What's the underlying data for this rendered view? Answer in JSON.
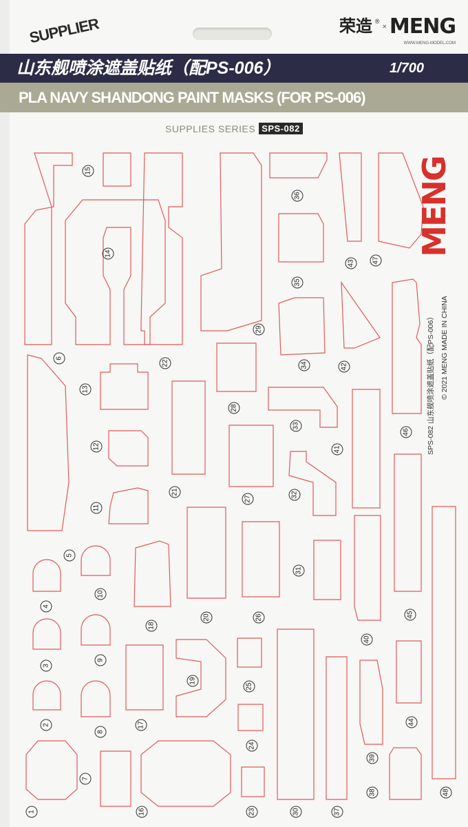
{
  "header": {
    "supplier_logo": "SUPPLIER",
    "brand_cn": "荣造",
    "brand_reg": "®",
    "brand_x": "×",
    "brand_meng": "MENG",
    "brand_url": "WWW.MENG-MODEL.COM",
    "title_cn": "山东舰喷涂遮盖贴纸（配PS-006）",
    "scale": "1/700",
    "title_en": "PLA NAVY SHANDONG PAINT MASKS (FOR PS-006)",
    "series_label": "SUPPLIES SERIES",
    "series_code": "SPS-082"
  },
  "side": {
    "logo": "MENG",
    "line1": "SPS-082  山东舰喷涂遮盖贴纸（配PS-006）",
    "line2": "© 2021 MENG  MADE IN CHINA"
  },
  "colors": {
    "mask_outline": "#e05a5a",
    "navy": "#2d2c47",
    "olive": "#aaa994",
    "logo_red": "#d8302a"
  },
  "mask_numbers": [
    "1",
    "2",
    "3",
    "4",
    "5",
    "6",
    "7",
    "8",
    "9",
    "10",
    "11",
    "12",
    "13",
    "14",
    "15",
    "16",
    "17",
    "18",
    "19",
    "20",
    "21",
    "22",
    "23",
    "24",
    "25",
    "26",
    "27",
    "28",
    "29",
    "30",
    "31",
    "32",
    "33",
    "34",
    "35",
    "36",
    "37",
    "38",
    "39",
    "40",
    "41",
    "42",
    "43",
    "44",
    "45",
    "46",
    "47",
    "48"
  ]
}
